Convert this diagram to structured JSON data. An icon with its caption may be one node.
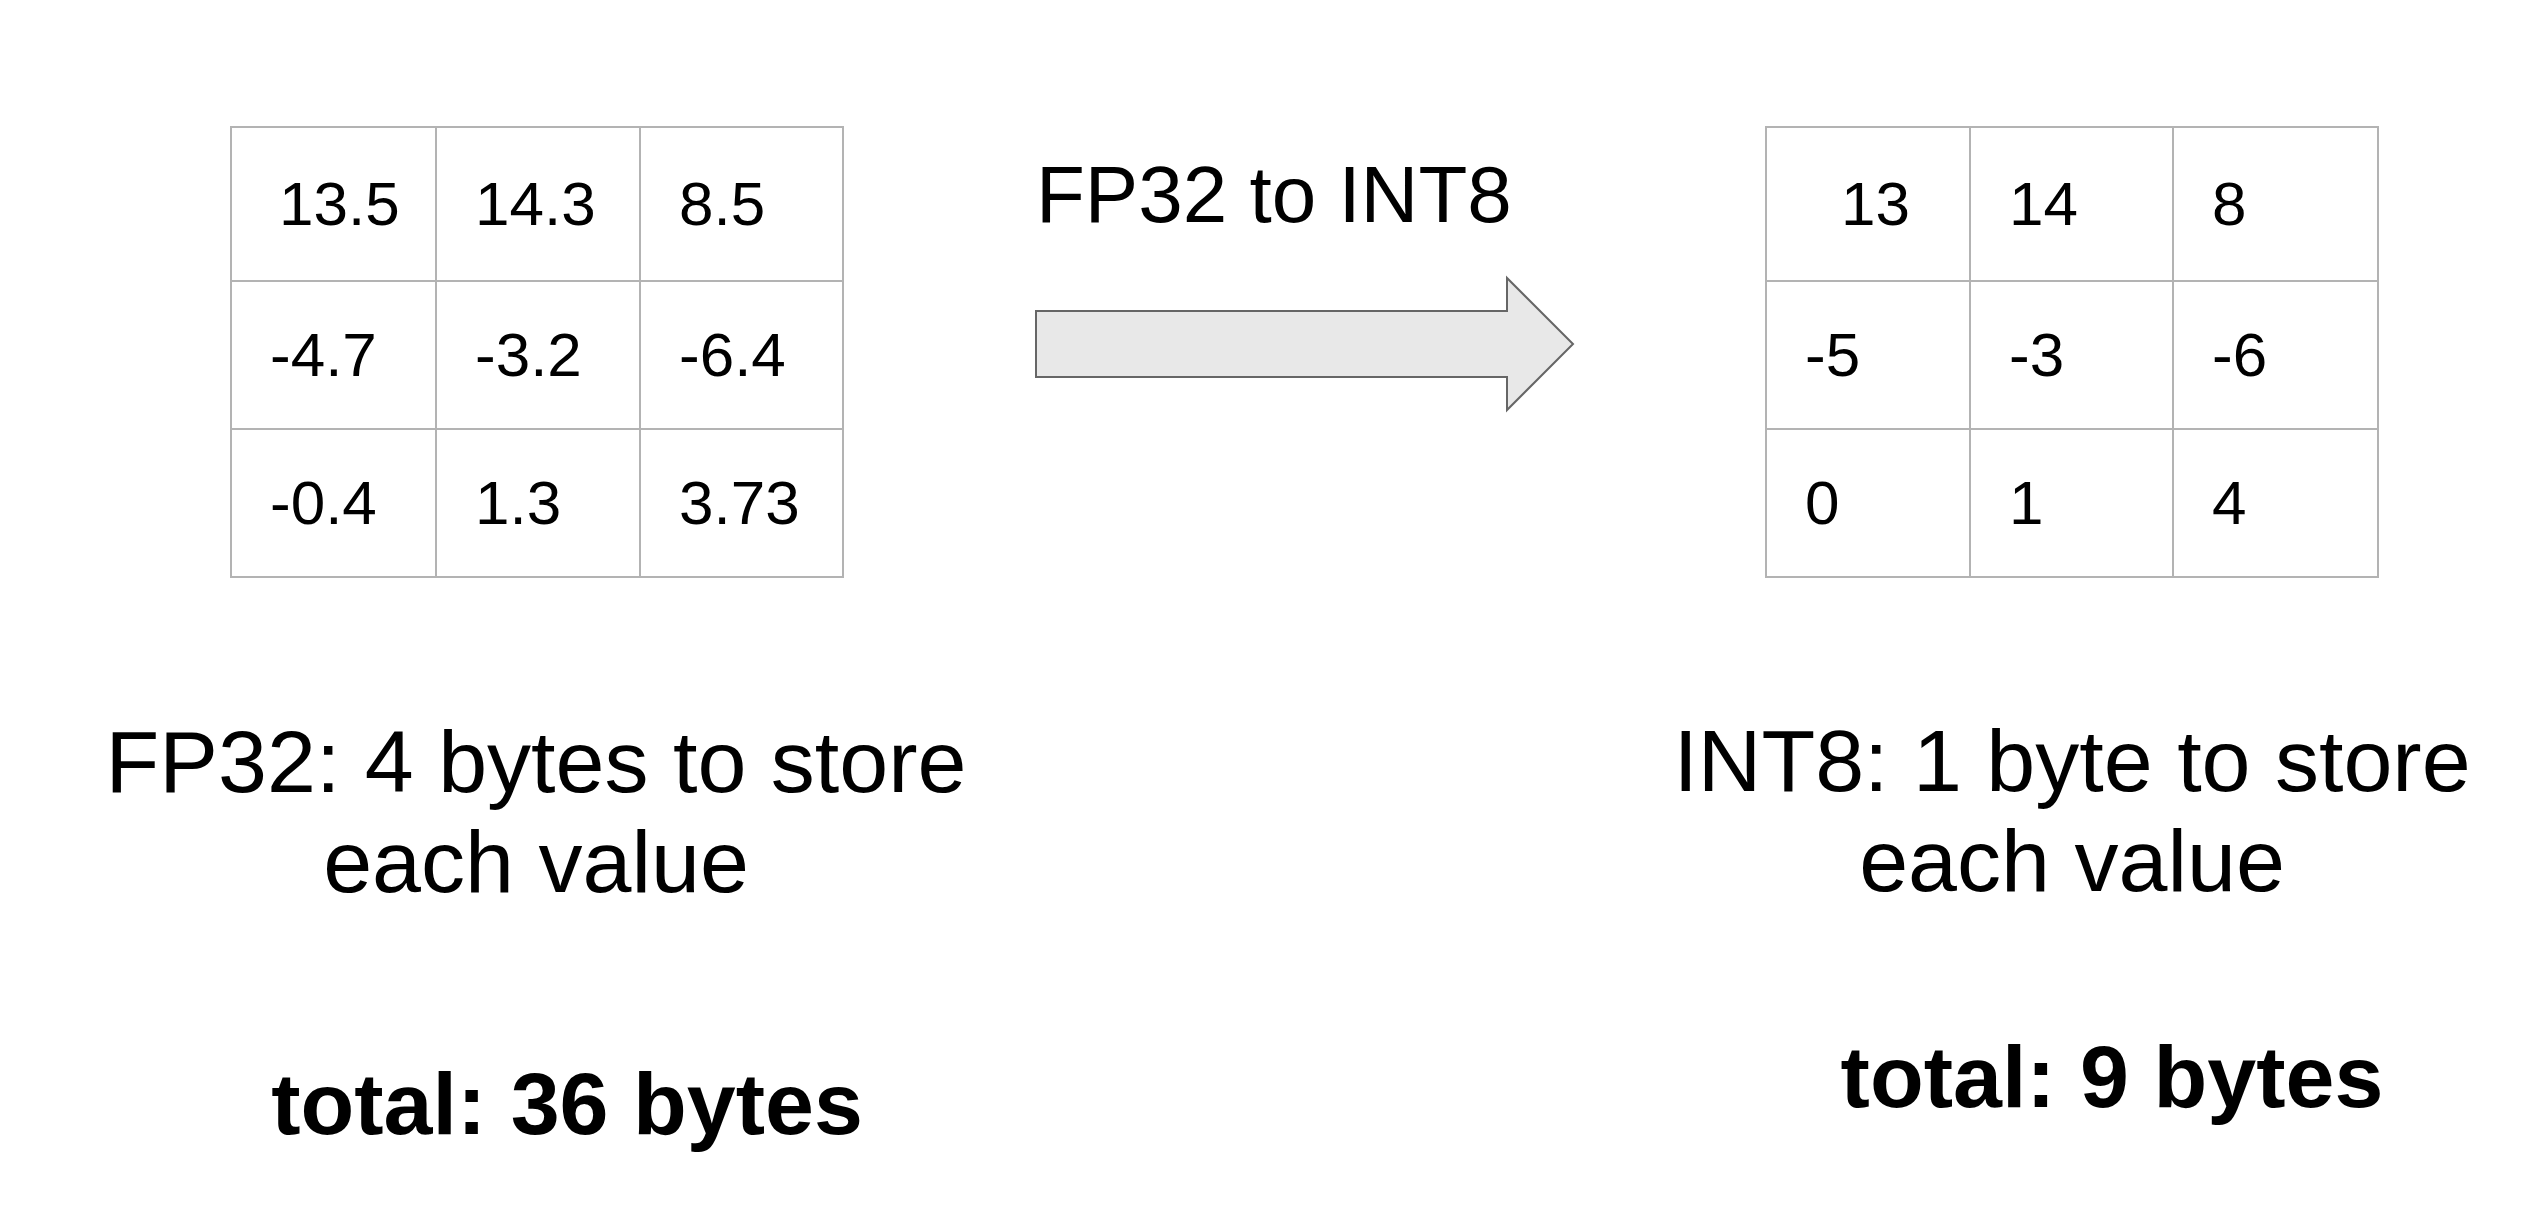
{
  "diagram": {
    "nodes": [
      {
        "text": [
          "13.5",
          "14.3",
          "8.5",
          "-4.7",
          "-3.2",
          "-6.4",
          "-0.4",
          "1.3",
          "3.73"
        ],
        "beside": [
          "FP32: 4 bytes to store each value",
          "total: 36 bytes"
        ]
      },
      {
        "text": [
          "13",
          "14",
          "8",
          "-5",
          "-3",
          "-6",
          "0",
          "1",
          "4"
        ],
        "beside": [
          "INT8: 1 byte to store each value",
          "total: 9 bytes"
        ]
      }
    ],
    "edges": [
      {
        "from": 0,
        "to": 1,
        "arrow": "to",
        "label": "FP32 to INT8"
      }
    ]
  }
}
